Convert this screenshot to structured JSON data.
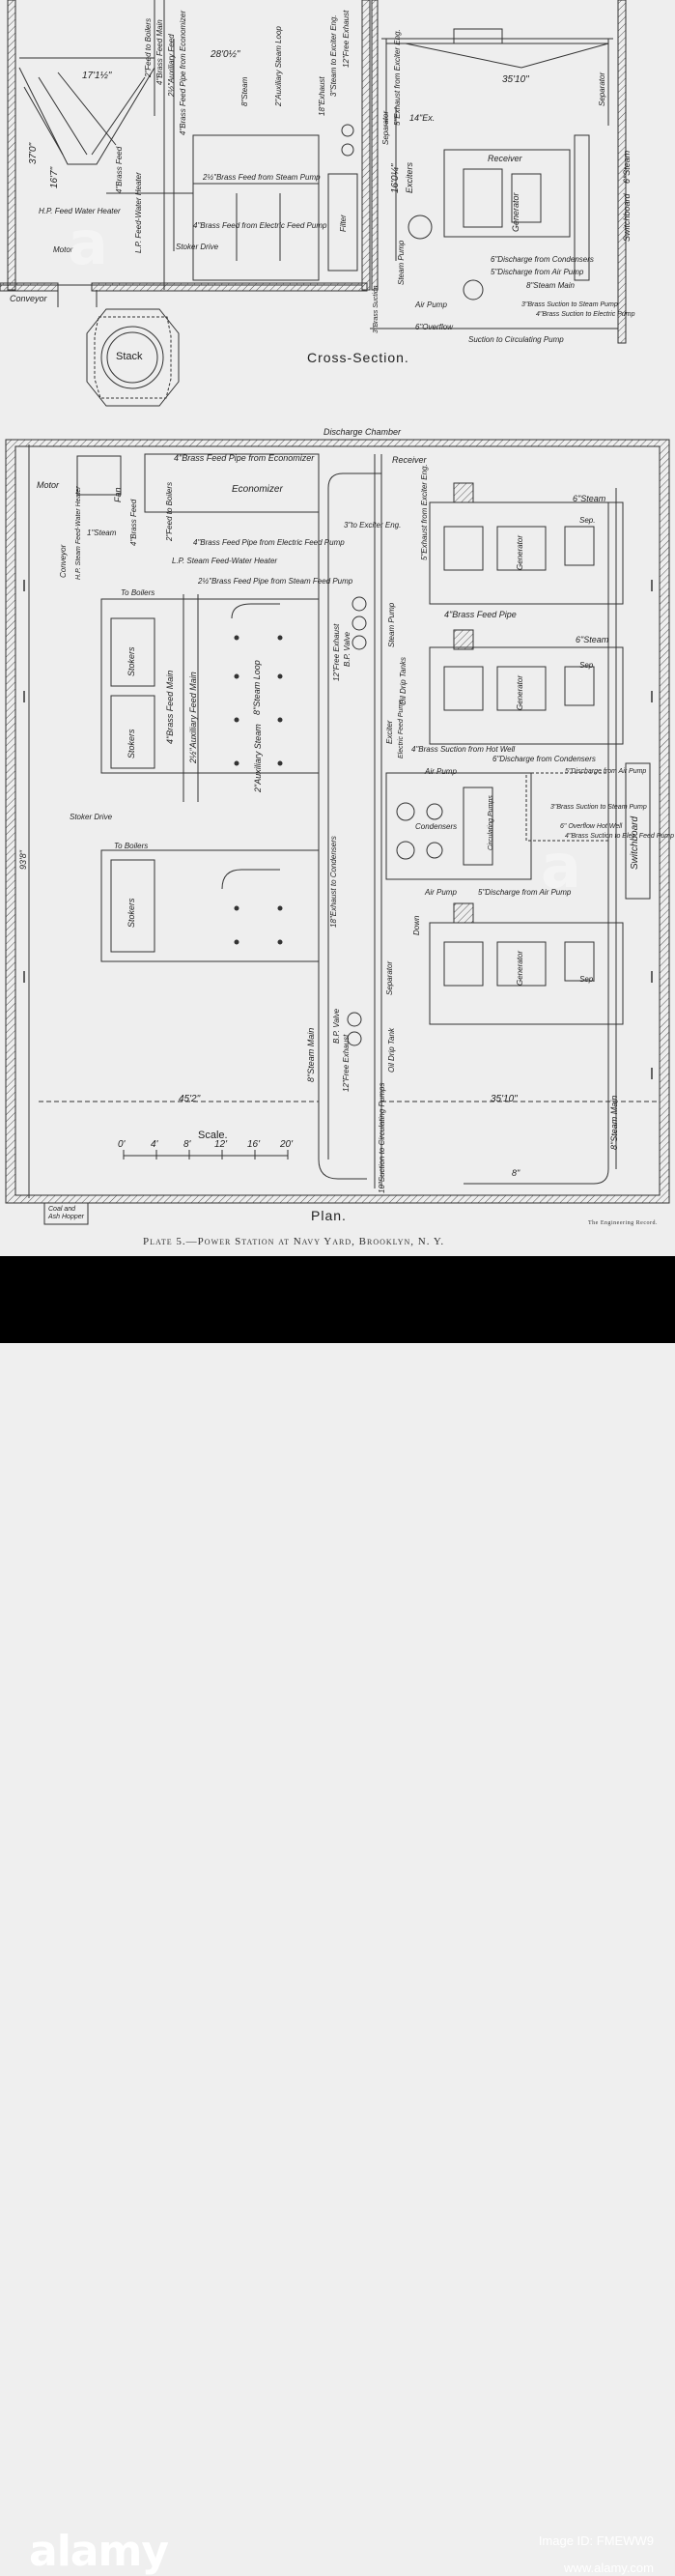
{
  "plate": {
    "section_title": "Cross-Section.",
    "plan_title": "Plan.",
    "caption": "Plate 5.—Power Station at Navy Yard, Brooklyn, N. Y.",
    "credit": "The Engineering Record."
  },
  "cross_section": {
    "dim_17": "17'1½\"",
    "dim_28": "28'0½\"",
    "dim_35": "35'10\"",
    "dim_37": "37'0\"",
    "dim_16_7": "16'7\"",
    "dim_16_4": "16'0¼\"",
    "conveyor": "Conveyor",
    "hp_heater": "H.P. Feed Water Heater",
    "motor": "Motor",
    "stoker_drive": "Stoker Drive",
    "lp_heater": "L.P. Feed-Water Heater",
    "brass_feed": "4\"Brass Feed",
    "feed_boilers": "2\"Feed to Boilers",
    "brass_feed_main": "4\"Brass Feed Main",
    "aux_feed": "2½\"Auxiliary Feed",
    "feed_economizer": "4\"Brass Feed Pipe from Economizer",
    "steam_8": "8\"Steam",
    "aux_steam_loop": "2\"Auxiliary Steam Loop",
    "feed_steam_pump": "2½\"Brass Feed from Steam Pump",
    "feed_electric": "4\"Brass Feed from Electric Feed Pump",
    "exhaust_18": "18\"Exhaust",
    "steam_exciter": "3\"Steam to Exciter Eng.",
    "free_exhaust": "12\"Free Exhaust",
    "filter": "Filter",
    "separator": "Separator",
    "exhaust_exciter": "5\"Exhaust from Exciter Eng.",
    "ex_14": "14\"Ex.",
    "receiver": "Receiver",
    "exciters": "Exciters",
    "generator": "Generator",
    "steam_pump": "Steam Pump",
    "steam_6": "6\"Steam",
    "switchboard": "Switchboard",
    "discharge_condensers": "6\"Discharge from Condensers",
    "discharge_air_pump": "5\"Discharge from Air Pump",
    "steam_main": "8\"Steam Main",
    "air_pump": "Air Pump",
    "suction_steam_pump": "3\"Brass Suction to Steam Pump",
    "suction_electric": "4\"Brass Suction to Electric Pump",
    "overflow": "6\"Overflow",
    "brass_suction": "3\"Brass Suction",
    "suction_circ": "Suction to Circulating Pump",
    "stack": "Stack"
  },
  "plan": {
    "discharge_chamber": "Discharge Chamber",
    "feed_economizer": "4\"Brass Feed Pipe from Economizer",
    "receiver": "Receiver",
    "motor": "Motor",
    "fan": "Fan",
    "economizer": "Economizer",
    "brass_feed": "4\"Brass Feed",
    "feed_boilers": "2\"Feed to Boilers",
    "steam_1": "1\"Steam",
    "hp_heater": "H.P. Steam Feed-Water Heater",
    "conveyor": "Conveyor",
    "feed_electric": "4\"Brass Feed Pipe from Electric Feed Pump",
    "lp_heater": "L.P. Steam Feed-Water Heater",
    "to_boilers": "To Boilers",
    "feed_steam_pump": "2½\"Brass Feed Pipe from Steam Feed Pump",
    "steam_exciter": "3\"to Exciter Eng.",
    "exhaust_exciter": "5\"Exhaust from Exciter Eng.",
    "steam_6": "6\"Steam",
    "sep": "Sep.",
    "generator": "Generator",
    "stokers": "Stokers",
    "brass_feed_main": "4\"Brass Feed Main",
    "aux_feed": "2½\"Auxiliary Feed Main",
    "steam_loop": "8\"Steam Loop",
    "aux_steam": "2\"Auxiliary Steam",
    "free_exhaust": "12\"Free Exhaust",
    "bp_valve": "B.P. Valve",
    "steam_pump": "Steam Pump",
    "oil_drip": "Oil Drip Tanks",
    "brass_feed_pipe": "4\"Brass Feed Pipe",
    "exciter": "Exciter",
    "electric_pump": "Electric Feed Pump",
    "suction_hot_well": "4\"Brass Suction from Hot Well",
    "discharge_condensers": "6\"Discharge from Condensers",
    "discharge_air_pump": "5\"Discharge from Air Pump",
    "air_pump": "Air Pump",
    "condensers": "Condensers",
    "circulating_pumps": "Circulating Pumps",
    "suction_steam_pump": "3\"Brass Suction to Steam Pump",
    "overflow_hot_well": "6\" Overflow Hot Well",
    "suction_elec": "4\"Brass Suction to Elec. Feed Pump",
    "switchboard": "Switchboard",
    "stoker_drive": "Stoker Drive",
    "exhaust_condensers": "18\"Exhaust to Condensers",
    "air_pump_2": "Air Pump",
    "discharge_air_pump_2": "5\"Discharge from Air Pump",
    "separator": "Separator",
    "down": "Down",
    "steam_main_8": "8\"Steam Main",
    "free_exhaust_2": "12\"Free Exhaust",
    "bp_valve_2": "B.P. Valve",
    "oil_drip_tank": "Oil Drip Tank",
    "suction_circ": "10\"Suction to Circulating Pumps",
    "steam_main_right": "8\"Steam Main",
    "dim_45": "45'2\"",
    "dim_35": "35'10\"",
    "dim_93": "93'8\"",
    "scale_label": "Scale.",
    "scale_ticks": [
      "0'",
      "4'",
      "8'",
      "12'",
      "16'",
      "20'"
    ],
    "bottom_8": "8\"",
    "hopper": "Coal and Ash Hopper"
  },
  "watermark": {
    "logo": "alamy",
    "image_id": "Image ID: FMEWW9",
    "site": "www.alamy.com"
  }
}
